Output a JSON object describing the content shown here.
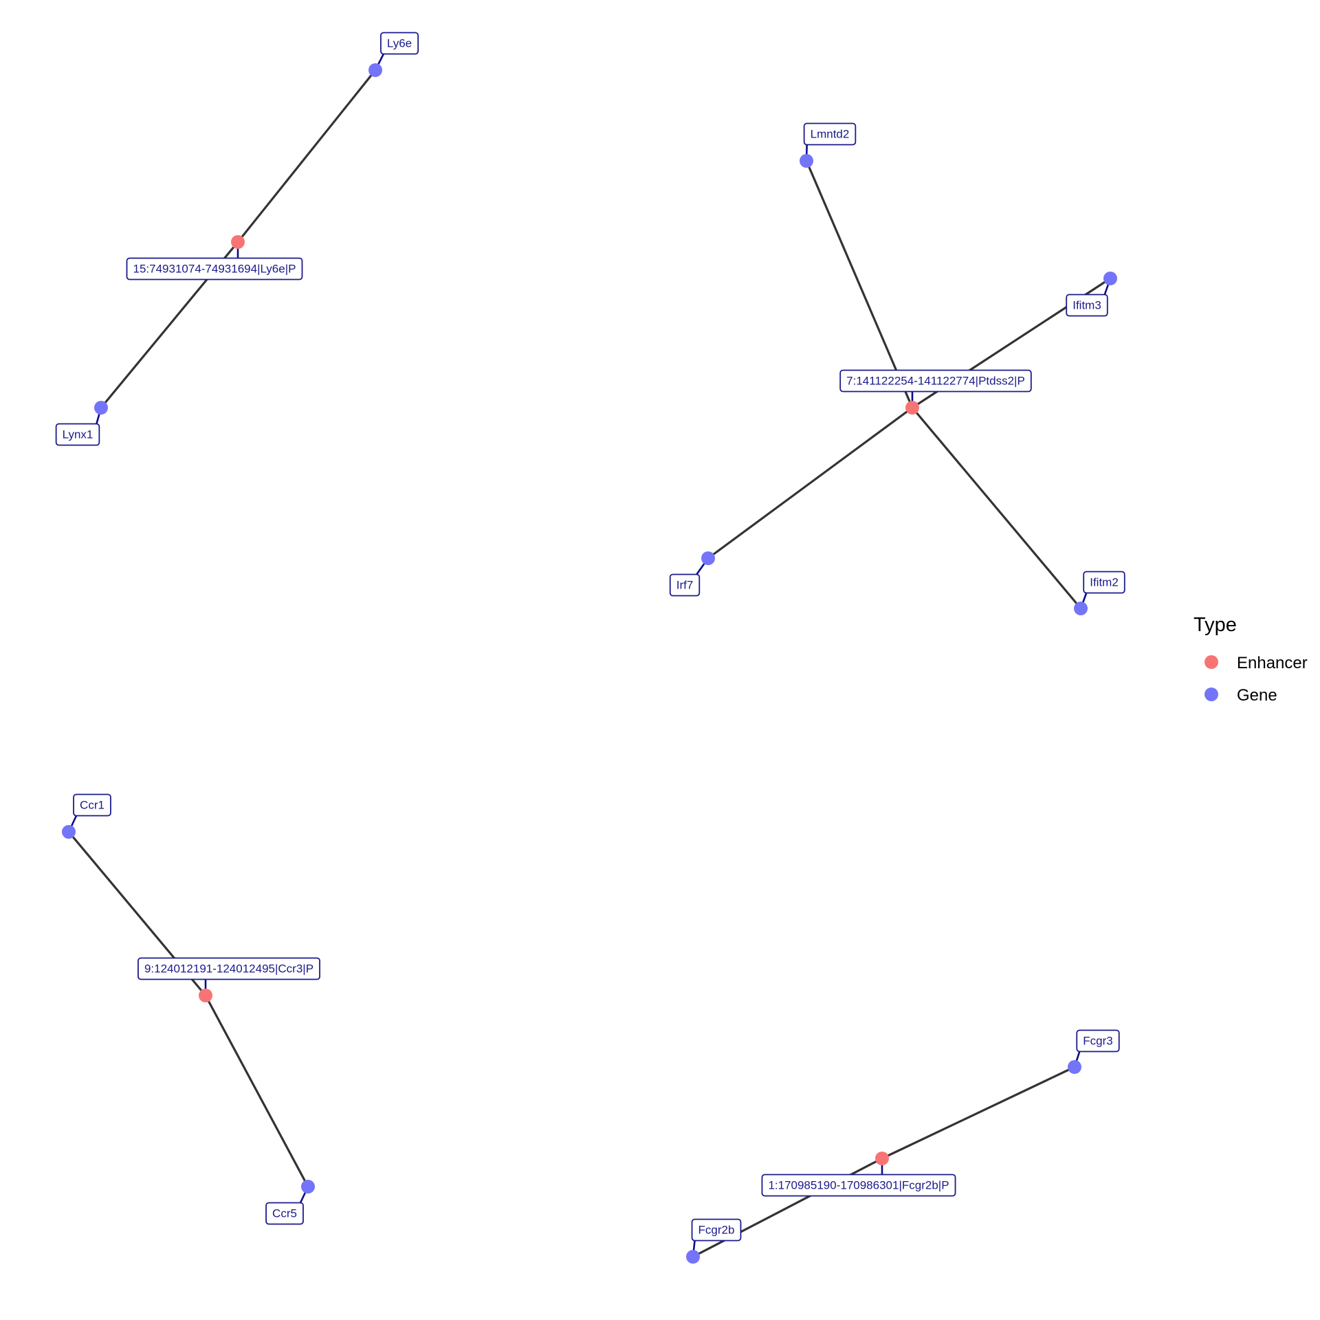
{
  "colors": {
    "enhancer": "#f87474",
    "gene": "#7474f8",
    "edge": "#333333",
    "label": "#1a1a8c"
  },
  "legend": {
    "title": "Type",
    "items": [
      {
        "label": "Enhancer",
        "type": "enhancer"
      },
      {
        "label": "Gene",
        "type": "gene"
      }
    ]
  },
  "components": [
    {
      "nodes": [
        {
          "id": "e1",
          "label": "15:74931074-74931694|Ly6e|P",
          "type": "enhancer"
        },
        {
          "id": "g_ly6e",
          "label": "Ly6e",
          "type": "gene"
        },
        {
          "id": "g_lynx1",
          "label": "Lynx1",
          "type": "gene"
        }
      ],
      "edges": [
        [
          "e1",
          "g_ly6e"
        ],
        [
          "e1",
          "g_lynx1"
        ]
      ]
    },
    {
      "nodes": [
        {
          "id": "e2",
          "label": "7:141122254-141122774|Ptdss2|P",
          "type": "enhancer"
        },
        {
          "id": "g_lmntd2",
          "label": "Lmntd2",
          "type": "gene"
        },
        {
          "id": "g_ifitm3",
          "label": "Ifitm3",
          "type": "gene"
        },
        {
          "id": "g_irf7",
          "label": "Irf7",
          "type": "gene"
        },
        {
          "id": "g_ifitm2",
          "label": "Ifitm2",
          "type": "gene"
        }
      ],
      "edges": [
        [
          "e2",
          "g_lmntd2"
        ],
        [
          "e2",
          "g_ifitm3"
        ],
        [
          "e2",
          "g_irf7"
        ],
        [
          "e2",
          "g_ifitm2"
        ]
      ]
    },
    {
      "nodes": [
        {
          "id": "e3",
          "label": "9:124012191-124012495|Ccr3|P",
          "type": "enhancer"
        },
        {
          "id": "g_ccr1",
          "label": "Ccr1",
          "type": "gene"
        },
        {
          "id": "g_ccr5",
          "label": "Ccr5",
          "type": "gene"
        }
      ],
      "edges": [
        [
          "e3",
          "g_ccr1"
        ],
        [
          "e3",
          "g_ccr5"
        ]
      ]
    },
    {
      "nodes": [
        {
          "id": "e4",
          "label": "1:170985190-170986301|Fcgr2b|P",
          "type": "enhancer"
        },
        {
          "id": "g_fcgr3",
          "label": "Fcgr3",
          "type": "gene"
        },
        {
          "id": "g_fcgr2b",
          "label": "Fcgr2b",
          "type": "gene"
        }
      ],
      "edges": [
        [
          "e4",
          "g_fcgr3"
        ],
        [
          "e4",
          "g_fcgr2b"
        ]
      ]
    }
  ]
}
